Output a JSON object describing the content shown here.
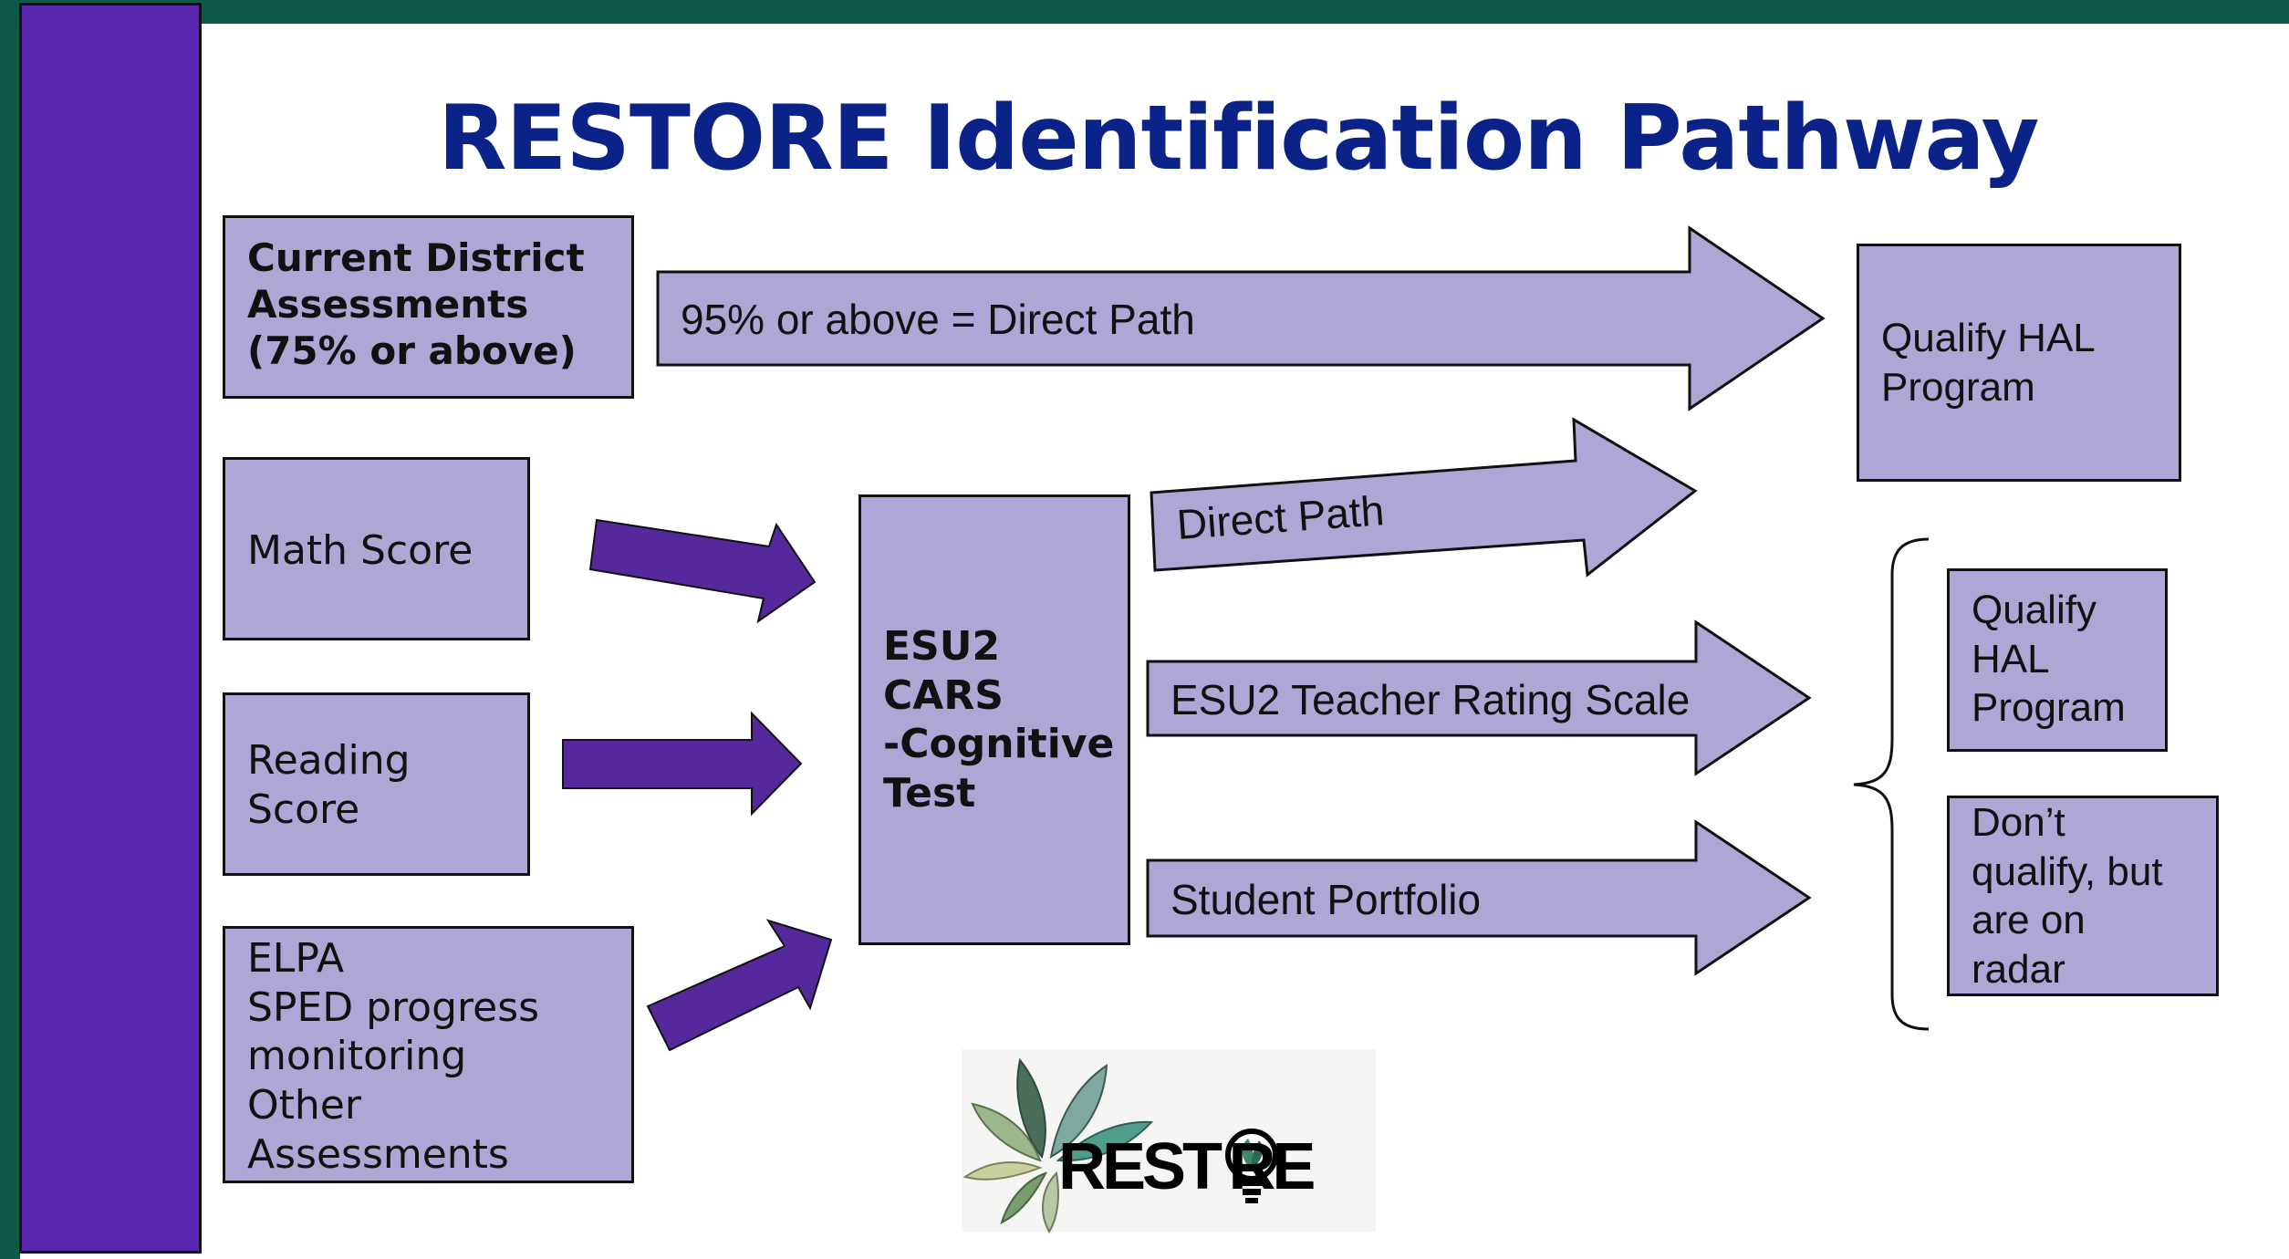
{
  "slide": {
    "title": "RESTORE Identification Pathway"
  },
  "inputs": {
    "district": "Current District\nAssessments\n(75% or above)",
    "math": "Math Score",
    "reading": "Reading\nScore",
    "other": "ELPA\nSPED progress\nmonitoring\nOther\nAssessments"
  },
  "center": {
    "test": "ESU2\nCARS\n-Cognitive\nTest"
  },
  "paths": {
    "direct_top": "95% or above = Direct Path",
    "direct": "Direct Path",
    "rating": "ESU2 Teacher Rating Scale",
    "portfolio": "Student Portfolio"
  },
  "outcomes": {
    "qualify_top": "Qualify HAL\nProgram",
    "qualify": "Qualify\nHAL\nProgram",
    "radar": "Don’t\nqualify, but\nare on\nradar"
  },
  "logo": {
    "wordmark": "REST RE",
    "wordmark_full": "RESTORE"
  },
  "colors": {
    "background": "#0e5a4a",
    "accent_purple": "#5926b0",
    "box_fill": "#b0a6d6",
    "title_blue": "#0b2288",
    "arrow_purple": "#55299b"
  },
  "icons": {
    "logo_leaves": "leaf-burst-icon",
    "logo_bulb": "lightbulb-icon"
  }
}
